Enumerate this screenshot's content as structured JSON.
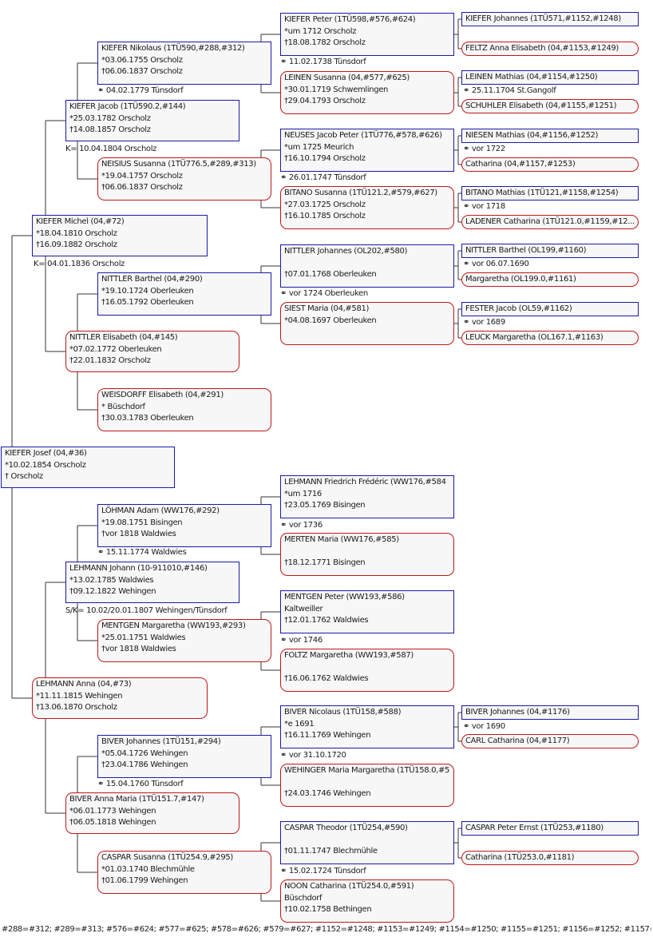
{
  "persons": [
    {
      "id": "p1",
      "sex": "m",
      "lines": [
        "KIEFER Josef (04,#36)",
        "*10.02.1854 Orscholz",
        "† Orscholz"
      ]
    },
    {
      "id": "p2",
      "sex": "m",
      "lines": [
        "KIEFER Michel (04,#72)",
        "*18.04.1810 Orscholz",
        "†16.09.1882 Orscholz"
      ]
    },
    {
      "id": "p3",
      "sex": "f",
      "lines": [
        "LEHMANN Anna (04,#73)",
        "*11.11.1815 Wehingen",
        "†13.06.1870 Orscholz"
      ]
    },
    {
      "id": "p4",
      "sex": "m",
      "lines": [
        "KIEFER Jacob (1TÜ590.2,#144)",
        "*25.03.1782 Orscholz",
        "†14.08.1857 Orscholz"
      ]
    },
    {
      "id": "p5",
      "sex": "f",
      "lines": [
        "NITTLER Elisabeth (04,#145)",
        "*07.02.1772 Oberleuken",
        "†22.01.1832 Orscholz"
      ]
    },
    {
      "id": "p6",
      "sex": "m",
      "lines": [
        "LEHMANN Johann (10-911010,#146)",
        "*13.02.1785 Waldwies",
        "†09.12.1822 Wehingen"
      ]
    },
    {
      "id": "p7",
      "sex": "f",
      "lines": [
        "BIVER Anna Maria (1TÜ151.7,#147)",
        "*06.01.1773 Wehingen",
        "†06.05.1818 Wehingen"
      ]
    },
    {
      "id": "p8",
      "sex": "m",
      "lines": [
        "KIEFER Nikolaus (1TÜ590,#288,#312)",
        "*03.06.1755 Orscholz",
        "†06.06.1837 Orscholz"
      ]
    },
    {
      "id": "p9",
      "sex": "f",
      "lines": [
        "NEISIUS Susanna (1TÜ776.5,#289,#313)",
        "*19.04.1757 Orscholz",
        "†06.06.1837 Orscholz"
      ]
    },
    {
      "id": "p10",
      "sex": "m",
      "lines": [
        "NITTLER Barthel (04,#290)",
        "*19.10.1724 Oberleuken",
        "†16.05.1792 Oberleuken"
      ]
    },
    {
      "id": "p11",
      "sex": "f",
      "lines": [
        "WEISDORFF Elisabeth (04,#291)",
        "* Büschdorf",
        "†30.03.1783 Oberleuken"
      ]
    },
    {
      "id": "p12",
      "sex": "m",
      "lines": [
        "LÖHMAN Adam (WW176,#292)",
        "*19.08.1751 Bisingen",
        "†vor 1818 Waldwies"
      ]
    },
    {
      "id": "p13",
      "sex": "f",
      "lines": [
        "MENTGEN Margaretha (WW193,#293)",
        "*25.01.1751 Waldwies",
        "†vor 1818 Waldwies"
      ]
    },
    {
      "id": "p14",
      "sex": "m",
      "lines": [
        "BIVER Johannes (1TÜ151,#294)",
        "*05.04.1726 Wehingen",
        "†23.04.1786 Wehingen"
      ]
    },
    {
      "id": "p15",
      "sex": "f",
      "lines": [
        "CASPAR Susanna (1TÜ254.9,#295)",
        "*01.03.1740 Blechmühle",
        "†01.06.1799 Wehingen"
      ]
    },
    {
      "id": "p16",
      "sex": "m",
      "lines": [
        "KIEFER Peter (1TÜ598,#576,#624)",
        "*um 1712 Orscholz",
        "†18.08.1782 Orscholz"
      ]
    },
    {
      "id": "p17",
      "sex": "f",
      "lines": [
        "LEINEN Susanna (04,#577,#625)",
        "*30.01.1719 Schwemlingen",
        "†29.04.1793 Orscholz"
      ]
    },
    {
      "id": "p18",
      "sex": "m",
      "lines": [
        "NEUSES Jacob Peter (1TÜ776,#578,#626)",
        "*um 1725 Meurich",
        "†16.10.1794 Orscholz"
      ]
    },
    {
      "id": "p19",
      "sex": "f",
      "lines": [
        "BITANO Susanna (1TÜ121.2,#579,#627)",
        "*27.03.1725 Orscholz",
        "†16.10.1785 Orscholz"
      ]
    },
    {
      "id": "p20",
      "sex": "m",
      "lines": [
        "NITTLER Johannes (OL202,#580)",
        "",
        "†07.01.1768 Oberleuken"
      ]
    },
    {
      "id": "p21",
      "sex": "f",
      "lines": [
        "SIEST Maria (04,#581)",
        "*04.08.1697 Oberleuken"
      ]
    },
    {
      "id": "p22",
      "sex": "m",
      "lines": [
        "LEHMANN Friedrich Frédéric (WW176,#584",
        "*um 1716",
        "†23.05.1769 Bisingen"
      ]
    },
    {
      "id": "p23",
      "sex": "f",
      "lines": [
        "MERTEN Maria (WW176,#585)",
        "",
        "†18.12.1771 Bisingen"
      ]
    },
    {
      "id": "p24",
      "sex": "m",
      "lines": [
        "MENTGEN Peter (WW193,#586)",
        "  Kaltweiller",
        "†12.01.1762 Waldwies"
      ]
    },
    {
      "id": "p25",
      "sex": "f",
      "lines": [
        "FOLTZ Margaretha (WW193,#587)",
        "",
        "†16.06.1762 Waldwies"
      ]
    },
    {
      "id": "p26",
      "sex": "m",
      "lines": [
        "BIVER Nicolaus (1TÜ158,#588)",
        "*e 1691",
        "†16.11.1769 Wehingen"
      ]
    },
    {
      "id": "p27",
      "sex": "f",
      "lines": [
        "WEHINGER Maria Margaretha (1TÜ158.0,#5",
        "",
        "†24.03.1746 Wehingen"
      ]
    },
    {
      "id": "p28",
      "sex": "m",
      "lines": [
        "CASPAR Theodor (1TÜ254,#590)",
        "",
        "†01.11.1747 Blechmühle"
      ]
    },
    {
      "id": "p29",
      "sex": "f",
      "lines": [
        "NOON Catharina (1TÜ254.0,#591)",
        "  Büschdorf",
        "†10.02.1758 Bethingen"
      ]
    },
    {
      "id": "p30",
      "sex": "m",
      "lines": [
        "KIEFER Johannes (1TÜ571,#1152,#1248)"
      ]
    },
    {
      "id": "p31",
      "sex": "f",
      "lines": [
        "FELTZ Anna Elisabeth (04,#1153,#1249)"
      ]
    },
    {
      "id": "p32",
      "sex": "m",
      "lines": [
        "LEINEN Mathias (04,#1154,#1250)"
      ]
    },
    {
      "id": "p33",
      "sex": "f",
      "lines": [
        "SCHUHLER Elisabeth (04,#1155,#1251)"
      ]
    },
    {
      "id": "p34",
      "sex": "m",
      "lines": [
        "NIESEN Mathias (04,#1156,#1252)"
      ]
    },
    {
      "id": "p35",
      "sex": "f",
      "lines": [
        "Catharina (04,#1157,#1253)"
      ]
    },
    {
      "id": "p36",
      "sex": "m",
      "lines": [
        "BITANO Mathias (1TÜ121,#1158,#1254)"
      ]
    },
    {
      "id": "p37",
      "sex": "f",
      "lines": [
        "LADENER Catharina (1TÜ121.0,#1159,#12..."
      ]
    },
    {
      "id": "p38",
      "sex": "m",
      "lines": [
        "NITTLER Barthel (OL199,#1160)"
      ]
    },
    {
      "id": "p39",
      "sex": "f",
      "lines": [
        "Margaretha (OL199.0,#1161)"
      ]
    },
    {
      "id": "p40",
      "sex": "m",
      "lines": [
        "FESTER Jacob (OL59,#1162)"
      ]
    },
    {
      "id": "p41",
      "sex": "f",
      "lines": [
        "LEUCK Margaretha (OL167.1,#1163)"
      ]
    },
    {
      "id": "p42",
      "sex": "m",
      "lines": [
        "BIVER Johannes (04,#1176)"
      ]
    },
    {
      "id": "p43",
      "sex": "f",
      "lines": [
        "CARL Catharina (04,#1177)"
      ]
    },
    {
      "id": "p44",
      "sex": "m",
      "lines": [
        "CASPAR Peter Ernst (1TÜ253,#1180)"
      ]
    },
    {
      "id": "p45",
      "sex": "f",
      "lines": [
        "Catharina (1TÜ253.0,#1181)"
      ]
    }
  ],
  "marriages": [
    {
      "id": "m1",
      "text": "K= 04.01.1836 Orscholz"
    },
    {
      "id": "m2",
      "text": "K= 10.04.1804 Orscholz"
    },
    {
      "id": "m3",
      "text": "S/K= 10.02/20.01.1807 Wehingen/Tünsdorf"
    },
    {
      "id": "m4",
      "text": "⚭ 04.02.1779 Tünsdorf"
    },
    {
      "id": "m5",
      "text": "⚭ 15.11.1774 Waldwies"
    },
    {
      "id": "m6",
      "text": "⚭ 15.04.1760 Tünsdorf"
    },
    {
      "id": "m7",
      "text": "⚭ 11.02.1738 Tünsdorf"
    },
    {
      "id": "m8",
      "text": "⚭ 26.01.1747 Tünsdorf"
    },
    {
      "id": "m9",
      "text": "⚭ vor 1724 Oberleuken"
    },
    {
      "id": "m10",
      "text": "⚭ vor 1736"
    },
    {
      "id": "m11",
      "text": "⚭ vor 1746"
    },
    {
      "id": "m12",
      "text": "⚭ vor 31.10.1720"
    },
    {
      "id": "m13",
      "text": "⚭ 15.02.1724 Tünsdorf"
    },
    {
      "id": "m14",
      "text": "⚭ 25.11.1704 St.Gangolf"
    },
    {
      "id": "m15",
      "text": "⚭ vor 1722"
    },
    {
      "id": "m16",
      "text": "⚭ vor 1718"
    },
    {
      "id": "m17",
      "text": "⚭ vor 06.07.1690"
    },
    {
      "id": "m18",
      "text": "⚭ vor 1689"
    },
    {
      "id": "m19",
      "text": "⚭ vor 1690"
    }
  ],
  "footer": "#288=#312; #289=#313; #576=#624; #577=#625; #578=#626; #579=#627; #1152=#1248; #1153=#1249; #1154=#1250; #1155=#1251; #1156=#1252; #1157=#1253; #115..."
}
